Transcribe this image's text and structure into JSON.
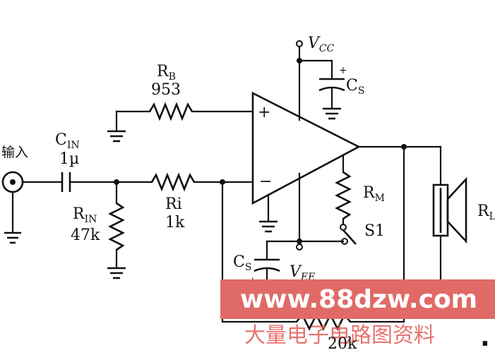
{
  "labels": {
    "input": "输入",
    "cin_main": "C",
    "cin_sub": "IN",
    "cin_value": "1µ",
    "rb_main": "R",
    "rb_sub": "B",
    "rb_value": "953",
    "rin_main": "R",
    "rin_sub": "IN",
    "rin_value": "47k",
    "ri_main": "Ri",
    "ri_value": "1k",
    "vcc_main": "V",
    "vcc_sub": "CC",
    "vee_main": "V",
    "vee_sub": "EE",
    "cs_top_main": "C",
    "cs_top_sub": "S",
    "cs_bot_main": "C",
    "cs_bot_sub": "S",
    "rm_main": "R",
    "rm_sub": "M",
    "switch": "S1",
    "rl_main": "R",
    "rl_sub": "L",
    "plus": "+",
    "minus": "−",
    "cap_plus": "+",
    "rf_value": "20k"
  },
  "watermark": {
    "url": "www.88dzw.com",
    "chinese": "大量电子电路图资料",
    "dot": "."
  }
}
